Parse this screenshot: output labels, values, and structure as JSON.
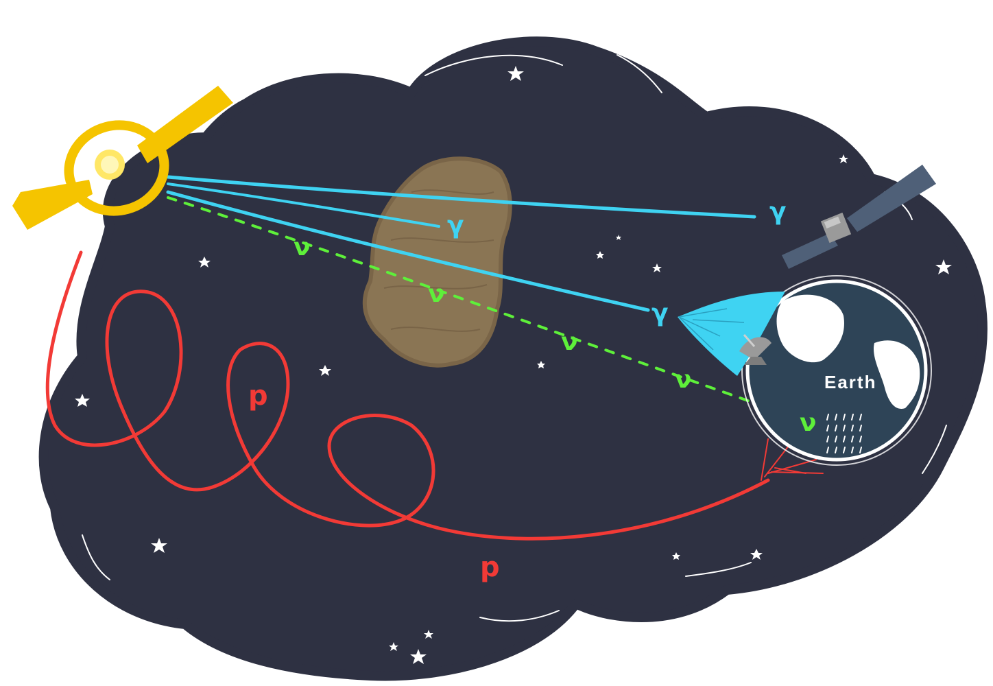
{
  "labels": {
    "gamma": "γ",
    "neutrino": "ν",
    "proton": "p",
    "earth": "Earth"
  },
  "colors": {
    "sky": "#2e3142",
    "gamma": "#3fd3f2",
    "neutrino": "#5ef03a",
    "proton": "#f23a36",
    "source": "#f5c400",
    "cloud": "#8a7554",
    "earth": "#2e4457",
    "satellite": "#4f6078",
    "star": "#ffffff"
  },
  "icons": {
    "source": "blazar-jet-icon",
    "satellite": "satellite-icon",
    "dish": "radio-dish-icon",
    "cloud": "dust-cloud-icon",
    "earth": "earth-globe-icon"
  }
}
